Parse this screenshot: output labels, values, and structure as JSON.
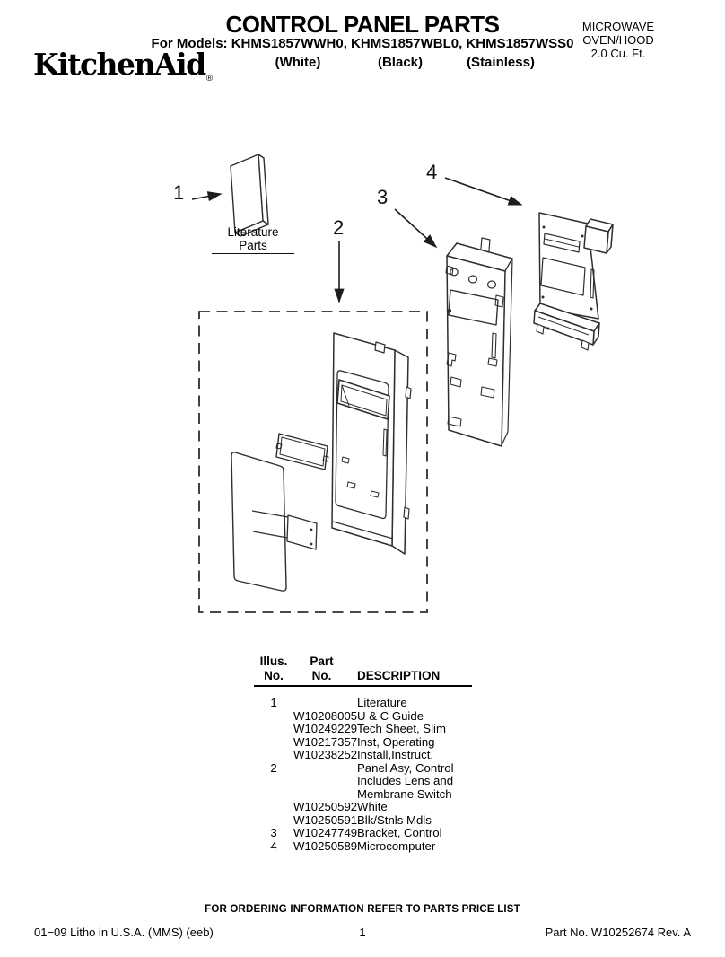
{
  "colors": {
    "ink": "#000000",
    "line": "#2e2e2e",
    "background": "#ffffff"
  },
  "header": {
    "title": "CONTROL PANEL PARTS",
    "product_type": "MICROWAVE OVEN/HOOD",
    "capacity": "2.0 Cu. Ft.",
    "models_line": "For Models: KHMS1857WWH0, KHMS1857WBL0, KHMS1857WSS0",
    "finish_labels": [
      "(White)",
      "(Black)",
      "(Stainless)"
    ],
    "brand": "KitchenAid",
    "registered_mark": "®"
  },
  "diagram": {
    "callouts": [
      "1",
      "2",
      "3",
      "4"
    ],
    "literature_label": "Literature Parts"
  },
  "parts_table": {
    "header": {
      "illus_line1": "Illus.",
      "illus_line2": "No.",
      "part_line1": "Part",
      "part_line2": "No.",
      "description": "DESCRIPTION"
    },
    "rows": [
      {
        "illus": "1",
        "part": "",
        "desc": "Literature"
      },
      {
        "illus": "",
        "part": "W10208005",
        "desc": "U & C Guide"
      },
      {
        "illus": "",
        "part": "W10249229",
        "desc": "Tech Sheet, Slim"
      },
      {
        "illus": "",
        "part": "W10217357",
        "desc": "Inst, Operating"
      },
      {
        "illus": "",
        "part": "W10238252",
        "desc": "Install,Instruct."
      },
      {
        "illus": "2",
        "part": "",
        "desc": "Panel Asy, Control"
      },
      {
        "illus": "",
        "part": "",
        "desc": "Includes Lens and"
      },
      {
        "illus": "",
        "part": "",
        "desc": "Membrane Switch"
      },
      {
        "illus": "",
        "part": "W10250592",
        "desc": "White"
      },
      {
        "illus": "",
        "part": "W10250591",
        "desc": "Blk/Stnls Mdls"
      },
      {
        "illus": "3",
        "part": "W10247749",
        "desc": "Bracket, Control"
      },
      {
        "illus": "4",
        "part": "W10250589",
        "desc": "Microcomputer"
      }
    ]
  },
  "footer": {
    "ordering_note": "FOR ORDERING INFORMATION REFER TO PARTS PRICE LIST",
    "litho_line": "01−09 Litho in U.S.A. (MMS) (eeb)",
    "page_number": "1",
    "doc_part_no": "Part No. W10252674 Rev. A"
  }
}
